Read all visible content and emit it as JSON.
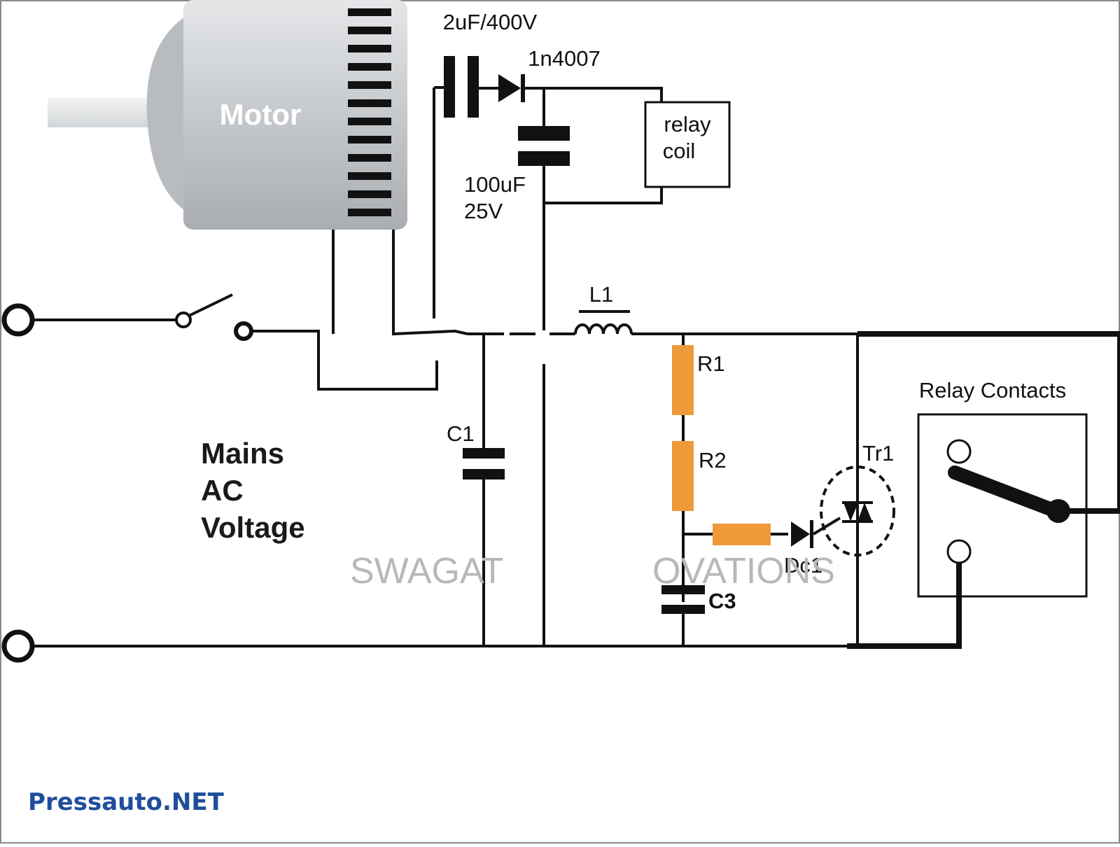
{
  "diagram": {
    "motor_label": "Motor",
    "capacitor_main_label": "2uF/400V",
    "diode_label": "1n4007",
    "relay_coil_label_line1": "relay",
    "relay_coil_label_line2": "coil",
    "filter_cap_label_line1": "100uF",
    "filter_cap_label_line2": "25V",
    "inductor_label": "L1",
    "resistor1_label": "R1",
    "resistor2_label": "R2",
    "capacitor1_label": "C1",
    "capacitor3_label": "C3",
    "triac_label": "Tr1",
    "diac_label": "Dc1",
    "relay_contacts_label": "Relay Contacts",
    "mains_label_line1": "Mains",
    "mains_label_line2": "AC",
    "mains_label_line3": "Voltage",
    "watermark_left": "SWAGAT",
    "watermark_right": "OVATIONS",
    "site_brand": "Pressauto.NET"
  },
  "colors": {
    "resistor": "#ee9a3a",
    "wire": "#111111",
    "brand": "#1f4e9c",
    "watermark": "#b8b8b8"
  }
}
